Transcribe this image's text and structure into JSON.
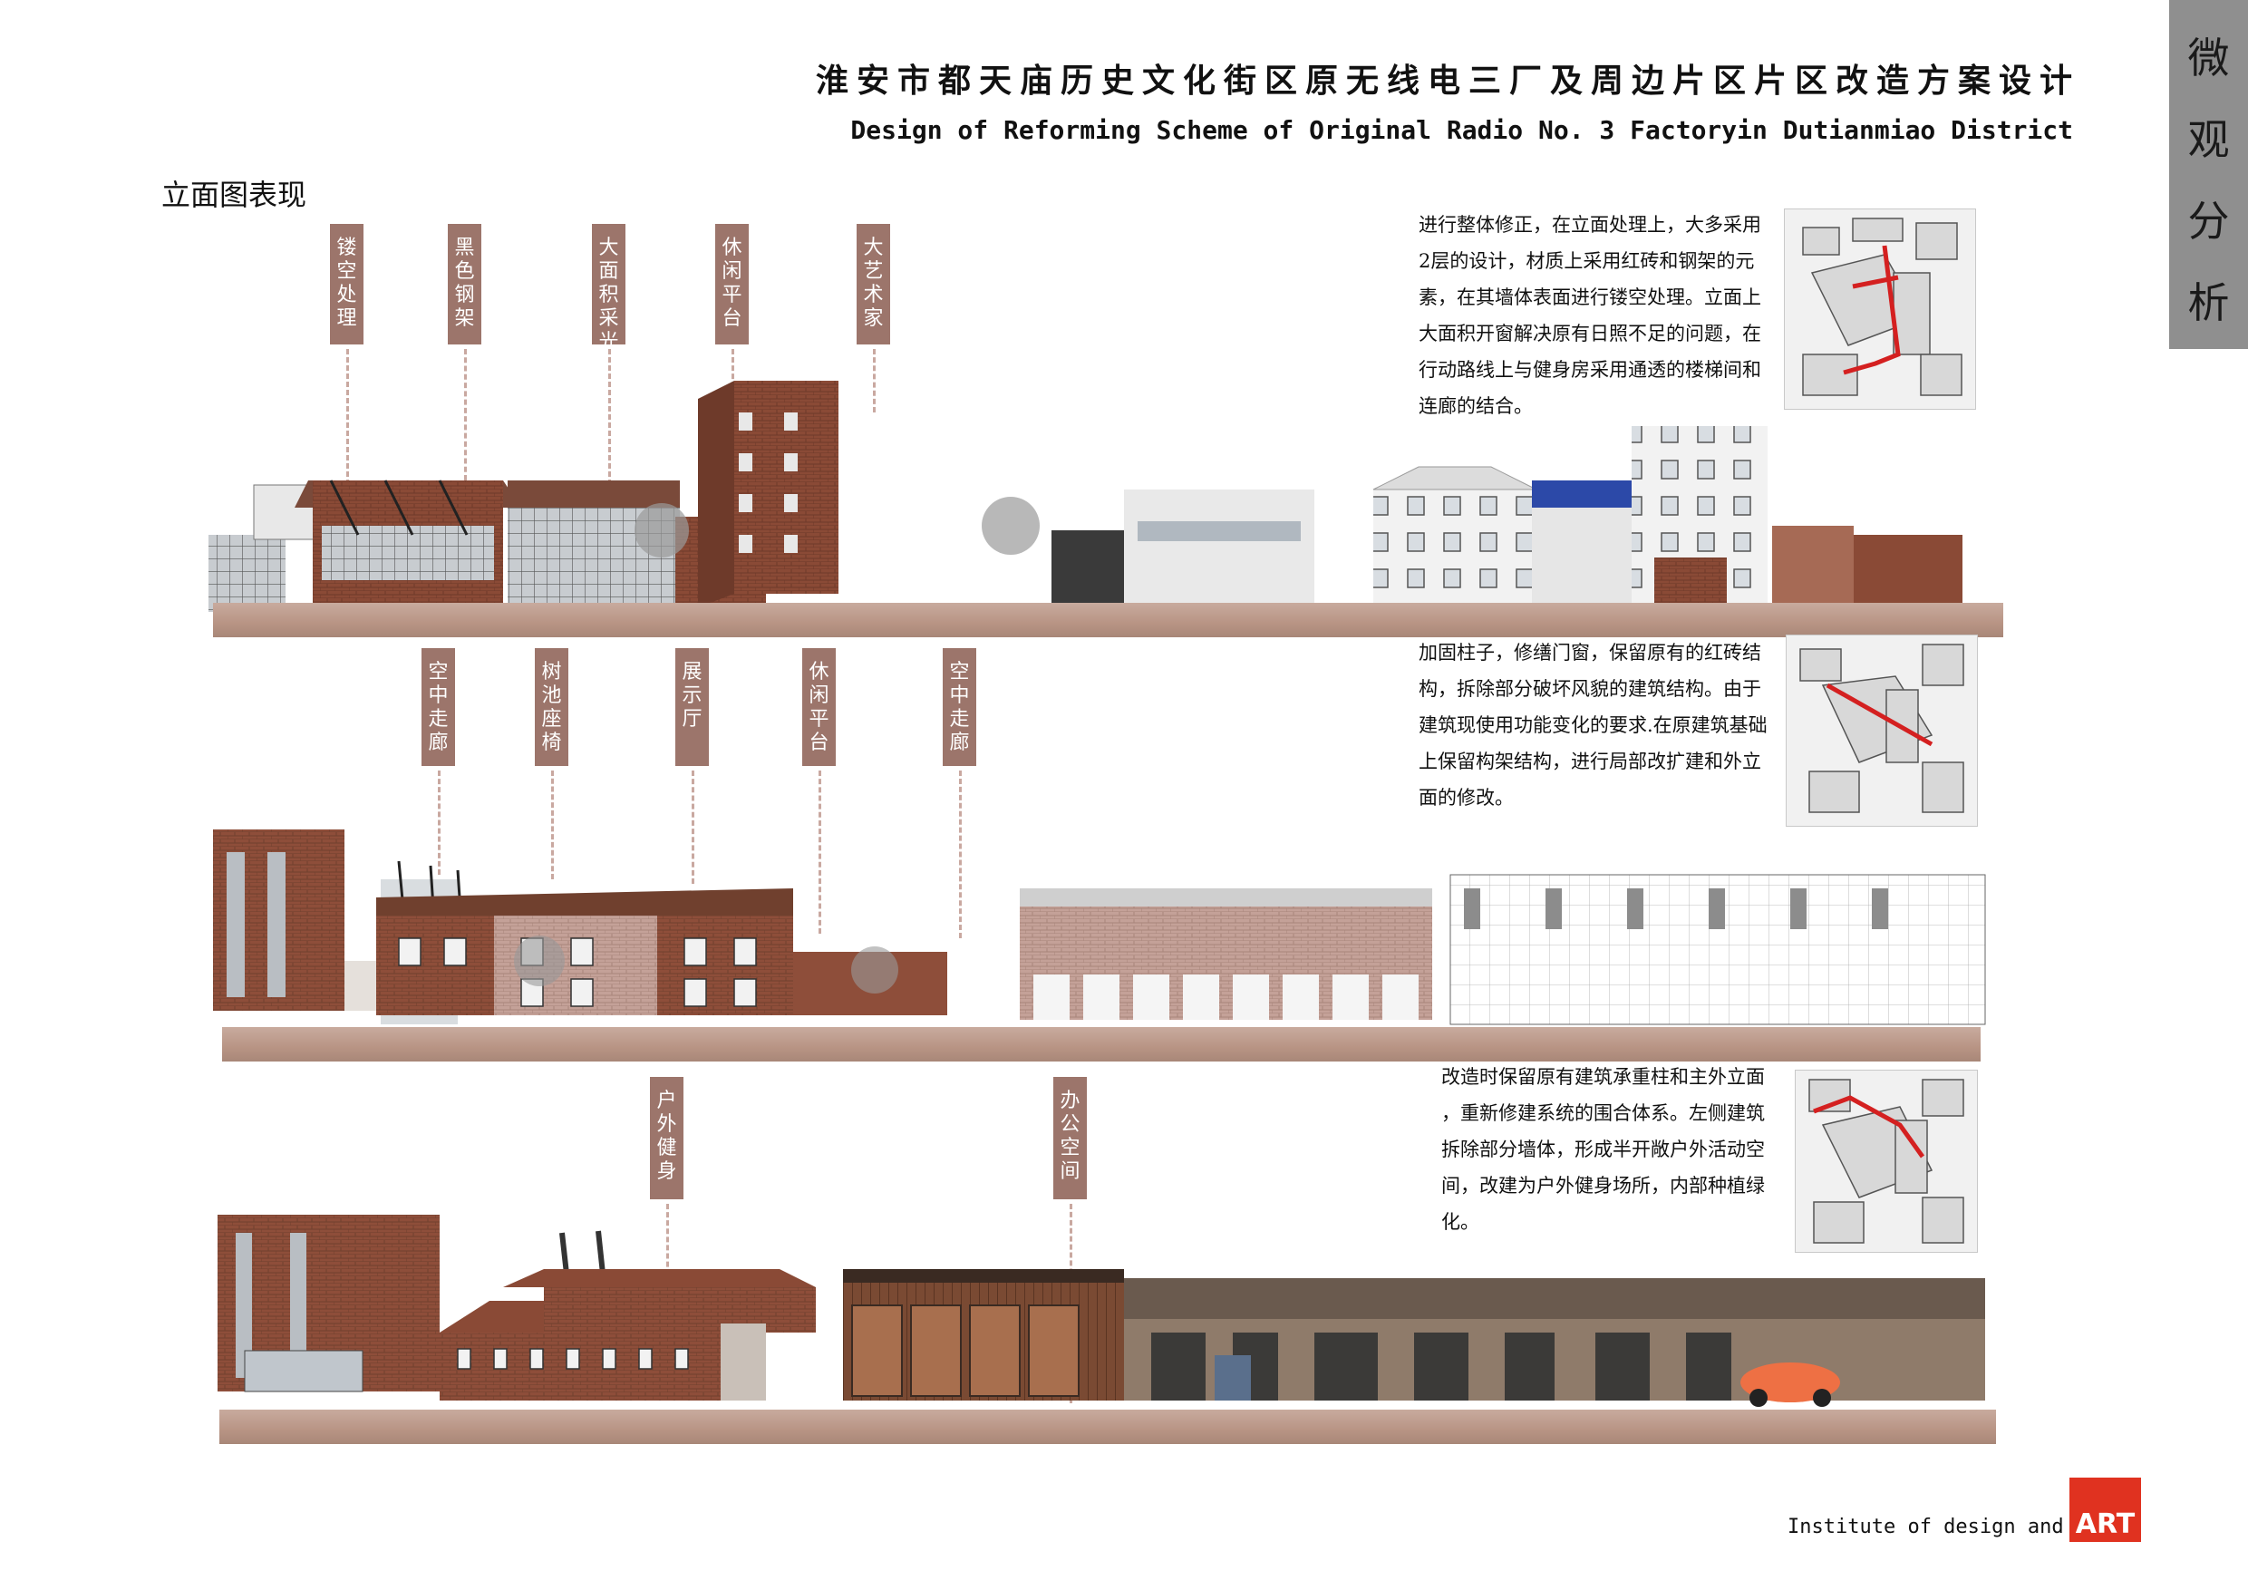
{
  "header": {
    "title_cn": "淮安市都天庙历史文化街区原无线电三厂及周边片区片区改造方案设计",
    "title_en": "Design of Reforming Scheme of Original Radio No. 3 Factoryin Dutianmiao District"
  },
  "side_tab": {
    "chars": [
      "微",
      "观",
      "分",
      "析"
    ]
  },
  "section_title": "立面图表现",
  "rows": [
    {
      "labels": [
        "镂空处理",
        "黑色钢架",
        "大面积采光",
        "休闲平台",
        "大艺术家"
      ],
      "description": [
        "进行整体修正，在立面处理上，大多采用",
        "2层的设计，材质上采用红砖和钢架的元",
        "素，在其墙体表面进行镂空处理。立面上",
        "大面积开窗解决原有日照不足的问题，在",
        "行动路线上与健身房采用通透的楼梯间和",
        "连廊的结合。"
      ]
    },
    {
      "labels": [
        "空中走廊",
        "树池座椅",
        "展示厅",
        "休闲平台",
        "空中走廊"
      ],
      "description": [
        "加固柱子，修缮门窗，保留原有的红砖结",
        "构，拆除部分破坏风貌的建筑结构。由于",
        "建筑现使用功能变化的要求.在原建筑基础",
        "上保留构架结构，进行局部改扩建和外立",
        "面的修改。"
      ]
    },
    {
      "labels": [
        "户外健身",
        "办公空间"
      ],
      "description": [
        "改造时保留原有建筑承重柱和主外立面",
        "，重新修建系统的围合体系。左侧建筑",
        "拆除部分墙体，形成半开敞户外活动空",
        "间，改建为户外健身场所，内部种植绿",
        "化。"
      ]
    }
  ],
  "footer": {
    "institute": "Institute of design and art",
    "logo": "ART"
  },
  "colors": {
    "label_bg": "#9c756b",
    "brick": "#8e4a37",
    "ground": "#b89484",
    "red_route": "#d42020",
    "logo": "#e03220"
  }
}
